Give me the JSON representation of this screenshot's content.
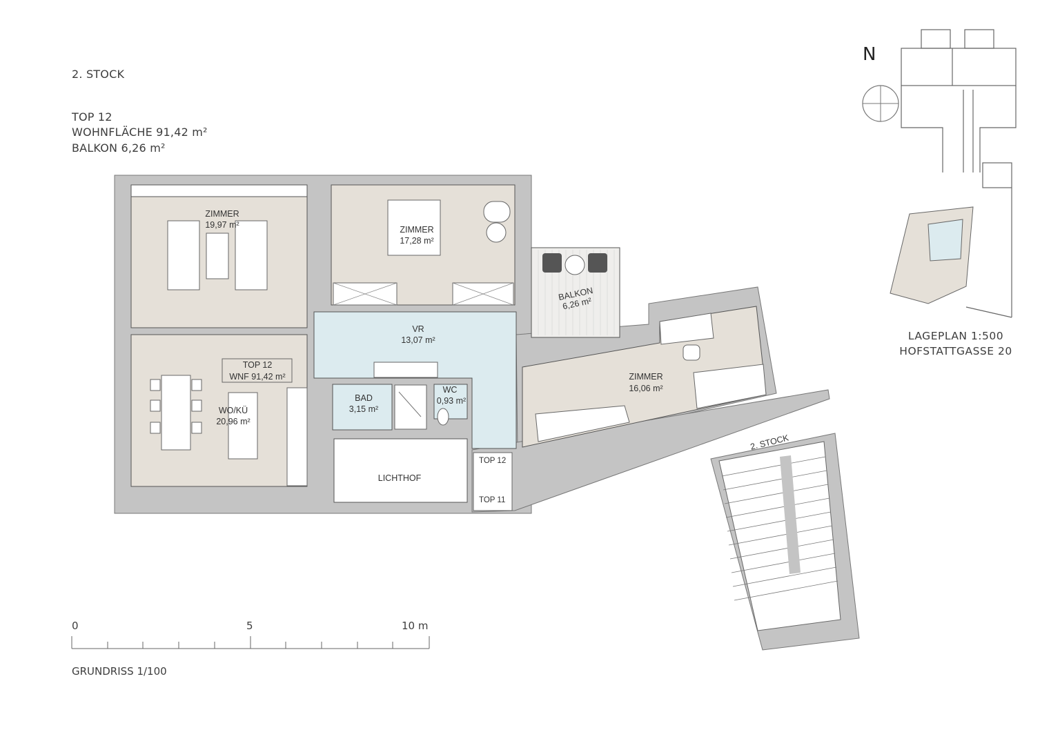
{
  "header": {
    "floor": "2. STOCK",
    "unit": "TOP  12",
    "living_area": "WOHNFLÄCHE 91,42 m²",
    "balcony_area": "BALKON 6,26 m²"
  },
  "rooms": [
    {
      "id": "zimmer1",
      "name": "ZIMMER",
      "area": "19,97 m²"
    },
    {
      "id": "zimmer2",
      "name": "ZIMMER",
      "area": "17,28 m²"
    },
    {
      "id": "balkon",
      "name": "BALKON",
      "area": "6,26 m²"
    },
    {
      "id": "vr",
      "name": "VR",
      "area": "13,07 m²"
    },
    {
      "id": "zimmer3",
      "name": "ZIMMER",
      "area": "16,06 m²"
    },
    {
      "id": "wokue",
      "name": "WO/KÜ",
      "area": "20,96 m²"
    },
    {
      "id": "bad",
      "name": "BAD",
      "area": "3,15 m²"
    },
    {
      "id": "wc",
      "name": "WC",
      "area": "0,93 m²"
    },
    {
      "id": "lichthof",
      "name": "LICHTHOF",
      "area": ""
    }
  ],
  "unit_tag": {
    "line1": "TOP 12",
    "line2": "WNF 91,42 m²"
  },
  "entrances": {
    "top12": "TOP 12",
    "top11": "TOP 11"
  },
  "stair_label": "2. STOCK",
  "scale_bar": {
    "ticks": [
      "0",
      "5",
      "10 m"
    ],
    "caption": "GRUNDRISS 1/100"
  },
  "site_plan": {
    "north": "N",
    "line1": "LAGEPLAN 1:500",
    "line2": "HOFSTATTGASSE 20"
  },
  "colors": {
    "room_fill": "#e5e0d8",
    "hall_fill": "#dcebef",
    "wall": "#c4c4c4",
    "line": "#555555"
  }
}
